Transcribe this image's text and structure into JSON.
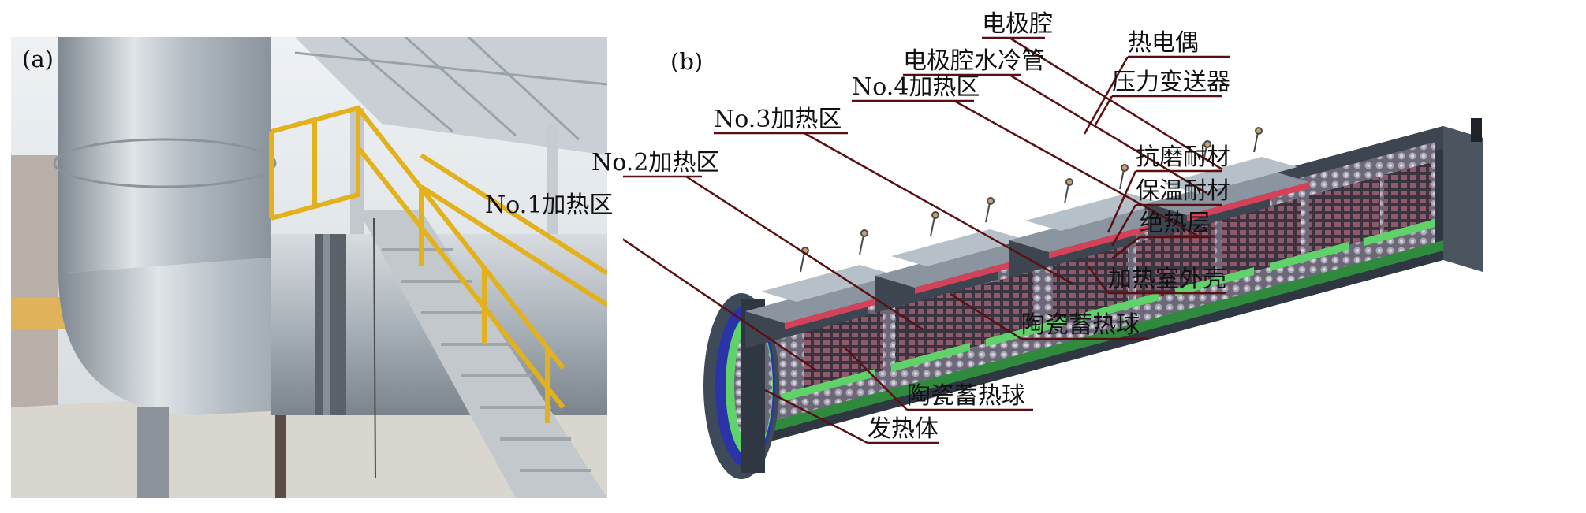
{
  "panel_a": {
    "label": "(a)"
  },
  "panel_b": {
    "label": "(b)",
    "callouts": {
      "zone1": "No.1加热区",
      "zone2": "No.2加热区",
      "zone3": "No.3加热区",
      "zone4": "No.4加热区",
      "electrode_cavity": "电极腔",
      "electrode_cooling_pipe": "电极腔水冷管",
      "thermocouple": "热电偶",
      "pressure_transmitter": "压力变送器",
      "wear_resistant": "抗磨耐材",
      "insulating_refractory": "保温耐材",
      "insulation_layer": "绝热层",
      "heating_chamber_shell": "加热室外壳",
      "ceramic_ball_1": "陶瓷蓄热球",
      "ceramic_ball_2": "陶瓷蓄热球",
      "heater": "发热体"
    }
  },
  "colors": {
    "leader": "#5a0f12",
    "shell": "#5a6470",
    "ceramic": "#6f6a78",
    "green": "#5fd36a",
    "duct": "#b9c0c7",
    "railing": "#e2b11c"
  }
}
